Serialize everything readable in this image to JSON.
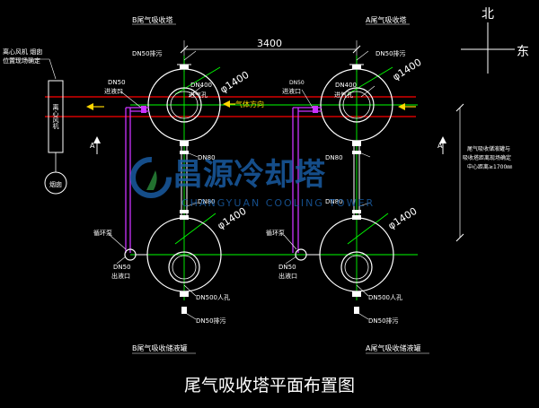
{
  "compass": {
    "north": "北",
    "east": "东"
  },
  "dimension": {
    "spacing": "3400"
  },
  "labels": {
    "top_b": "B尾气吸收塔",
    "top_a": "A尾气吸收塔",
    "bottom_b": "B尾气吸收储液罐",
    "bottom_a": "A尾气吸收储液罐",
    "fan_note_1": "离心风机 烟囱",
    "fan_note_2": "位置现场确定",
    "fan_box": "离心风机",
    "chimney": "烟囱",
    "dn50_drain_b_top": "DN50排污",
    "dn50_drain_a_top": "DN50排污",
    "dn50_inlet_b_1": "DN50",
    "dn50_inlet_b_2": "进液口",
    "dn50_inlet_a_1": "DN50",
    "dn50_inlet_a_2": "进液口",
    "dn400_b_1": "DN400",
    "dn400_b_2": "进气孔",
    "dn400_a_1": "DN400",
    "dn400_a_2": "进气孔",
    "dia_b_top": "φ1400",
    "dia_a_top": "φ1400",
    "dia_b_bot": "φ1400",
    "dia_a_bot": "φ1400",
    "gas_dir": "气体方向",
    "dn80_b_1": "DN80",
    "dn80_b_2": "DN80",
    "dn80_a_1": "DN80",
    "dn80_a_2": "DN80",
    "pump_b": "循环泵",
    "pump_a": "循环泵",
    "dn50_out_b_1": "DN50",
    "dn50_out_b_2": "出液口",
    "dn50_out_a_1": "DN50",
    "dn50_out_a_2": "出液口",
    "dn500_b": "DN500人孔",
    "dn500_a": "DN500人孔",
    "dn50_drain_b_bot": "DN50排污",
    "dn50_drain_a_bot": "DN50排污",
    "section_left": "A",
    "section_right": "A",
    "side_note_1": "尾气吸收储液罐与",
    "side_note_2": "吸收塔距离现场确定",
    "side_note_3": "中心距离≥1700㎜",
    "watermark_cn": "昌源冷却塔",
    "watermark_en": "CHANGYUAN COOLING TOWER",
    "drawing_title": "尾气吸收塔平面布置图"
  },
  "colors": {
    "background": "#000000",
    "centerline": "#00ff00",
    "duct": "#ff0000",
    "pipe": "#cc33ff",
    "pipe_fill": "#cc33ff",
    "equipment": "#ffffff",
    "gas_arrow": "#ffd700",
    "watermark": "#1a5fa8"
  }
}
